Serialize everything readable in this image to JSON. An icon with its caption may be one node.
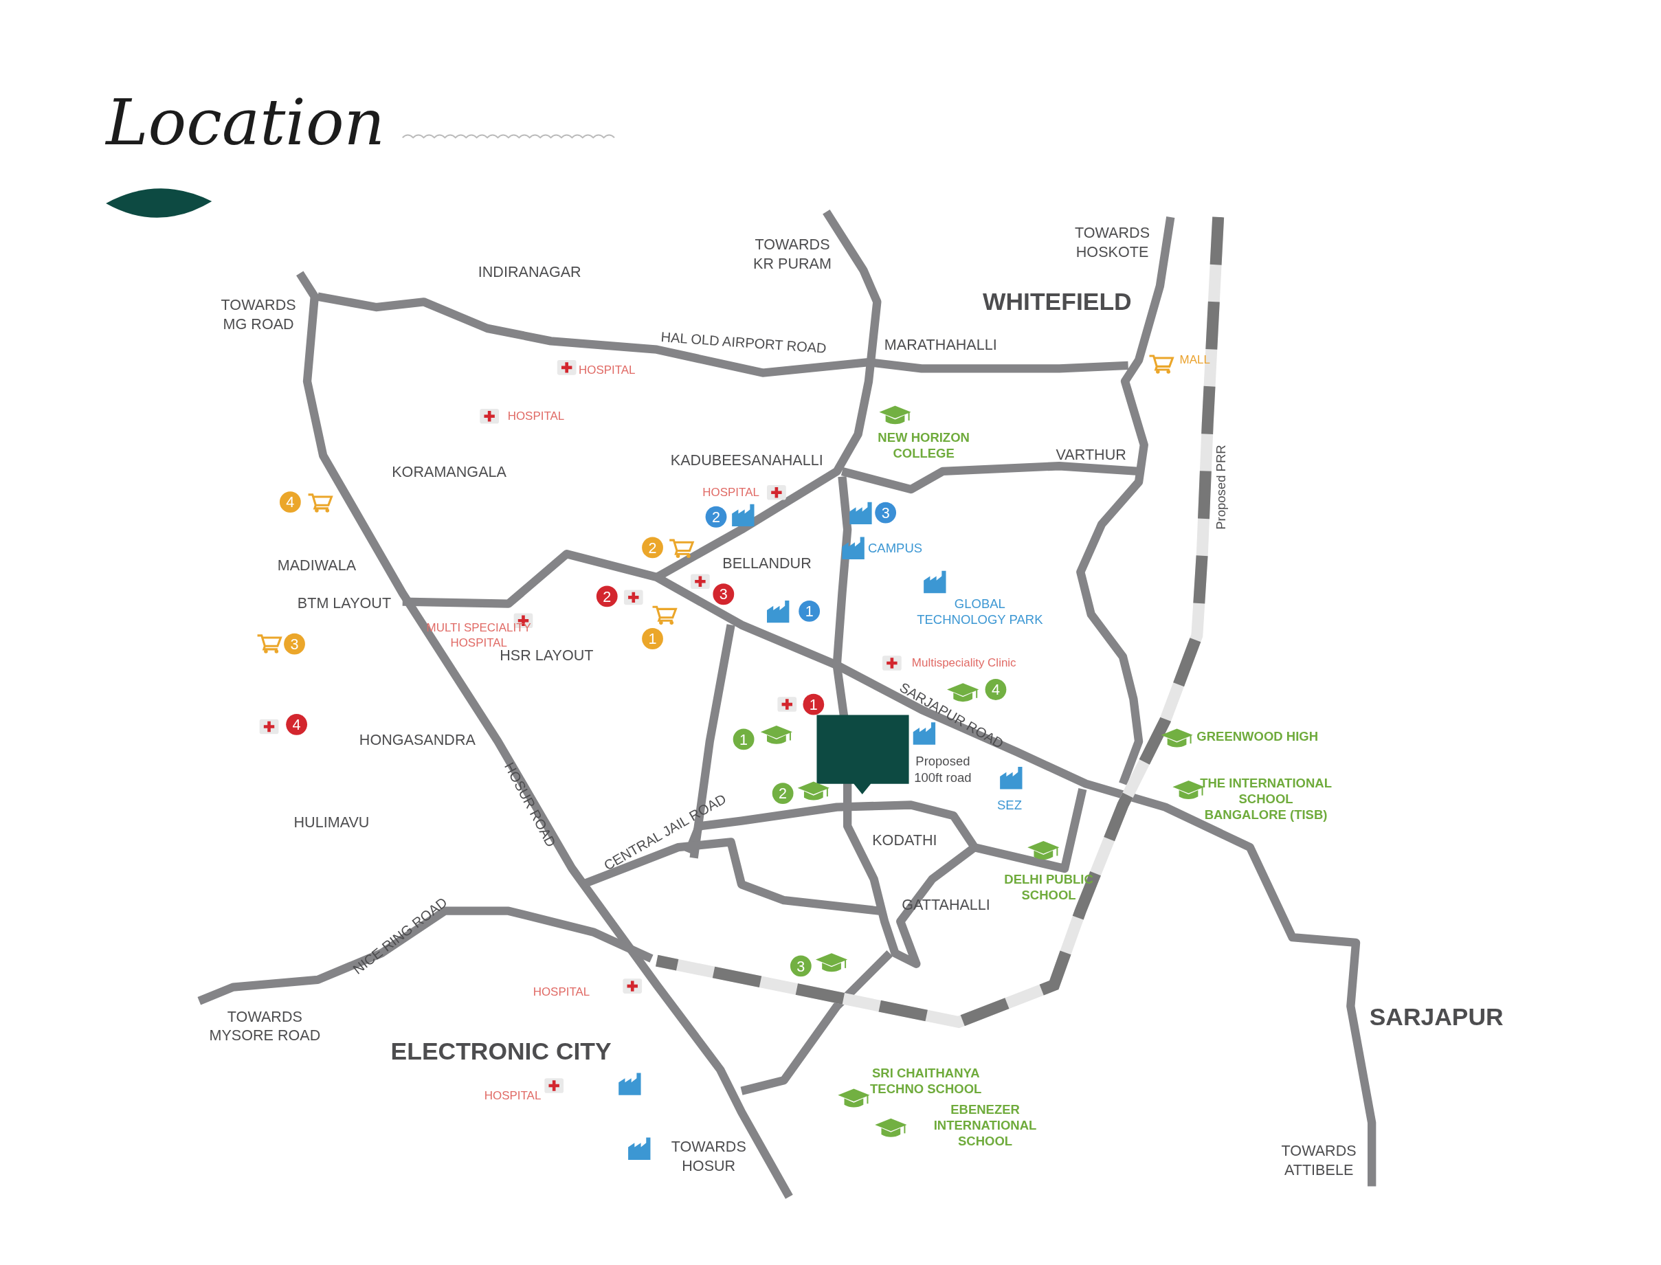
{
  "diagram": {
    "title": "Location",
    "nodes": [
      {
        "text": [],
        "shape": "leaf"
      },
      {
        "text": [],
        "shape": "box"
      }
    ],
    "labels": [
      "INDIRANAGAR",
      "TOWARDS KR PURAM",
      "TOWARDS HOSKOTE",
      "TOWARDS MG ROAD",
      "WHITEFIELD",
      "HAL OLD AIRPORT ROAD",
      "MARATHAHALLI",
      "MALL",
      "HOSPITAL",
      "Proposed PRR",
      "HOSPITAL",
      "NEW HORIZON COLLEGE",
      "KORAMANGALA",
      "KADUBEESANAHALLI",
      "VARTHUR",
      "HOSPITAL",
      "4",
      "2",
      "3",
      "CAMPUS",
      "2",
      "MADIWALA",
      "BELLANDUR",
      "GLOBAL TECHNOLOGY PARK",
      "2",
      "3",
      "BTM LAYOUT",
      "MULTI SPECIALITY HOSPITAL",
      "1",
      "3",
      "1",
      "HSR LAYOUT",
      "Multispeciality Clinic",
      "4",
      "1",
      "SARJAPUR ROAD",
      "4",
      "1",
      "GREENWOOD HIGH",
      "HONGASANDRA",
      "Proposed 100ft road",
      "THE INTERNATIONAL SCHOOL BANGALORE (TISB)",
      "2",
      "SEZ",
      "HOSUR ROAD",
      "HULIMAVU",
      "CENTRAL JAIL ROAD",
      "KODATHI",
      "DELHI PUBLIC SCHOOL",
      "GATTAHALLI",
      "NICE RING ROAD",
      "3",
      "HOSPITAL",
      "TOWARDS MYSORE ROAD",
      "SARJAPUR",
      "ELECTRONIC CITY",
      "SRI CHAITHANYA TECHNO SCHOOL",
      "HOSPITAL",
      "EBENEZER INTERNATIONAL SCHOOL",
      "TOWARDS HOSUR",
      "TOWARDS ATTIBELE"
    ]
  }
}
